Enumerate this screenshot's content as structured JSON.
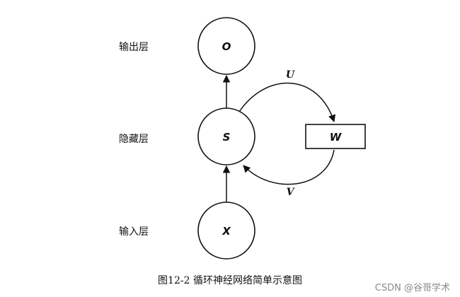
{
  "layers": {
    "output": "输出层",
    "hidden": "隐藏层",
    "input": "输入层"
  },
  "nodes": {
    "output": "O",
    "hidden": "S",
    "input": "X",
    "weight": "W"
  },
  "edges": {
    "upper": "U",
    "lower": "V"
  },
  "caption": "图12-2  循环神经网络简单示意图",
  "watermark": "CSDN @谷哥学术"
}
